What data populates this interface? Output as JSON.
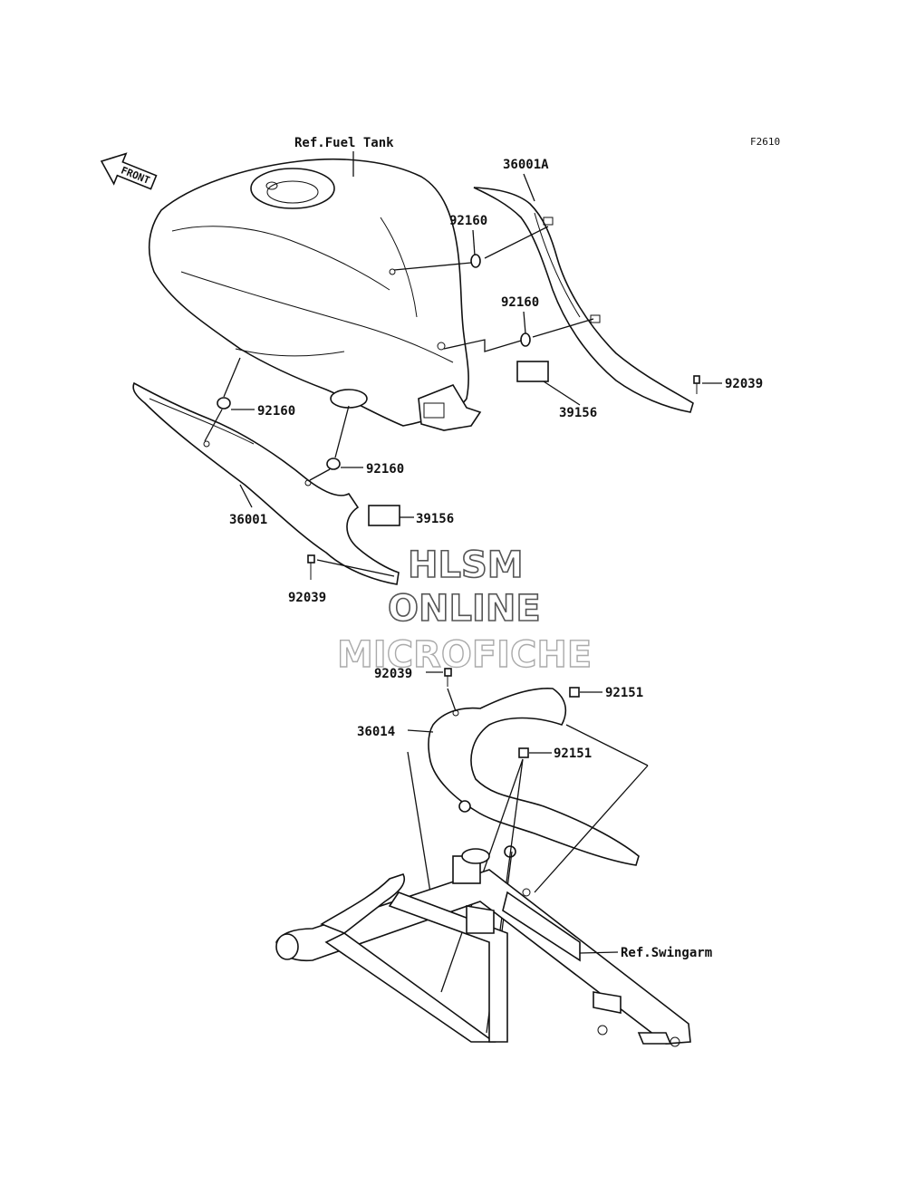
{
  "figure_code": "F2610",
  "front_arrow_label": "FRONT",
  "references": {
    "fuel_tank": "Ref.Fuel Tank",
    "swingarm": "Ref.Swingarm"
  },
  "parts": {
    "p36001A": "36001A",
    "p92160_a": "92160",
    "p92160_b": "92160",
    "p92160_c": "92160",
    "p92160_d": "92160",
    "p39156_a": "39156",
    "p39156_b": "39156",
    "p92039_a": "92039",
    "p92039_b": "92039",
    "p92039_c": "92039",
    "p36001": "36001",
    "p36014": "36014",
    "p92151_a": "92151",
    "p92151_b": "92151"
  },
  "watermark": {
    "line1": "HLSM",
    "line2": "ONLINE",
    "line3": "MICROFICHE"
  }
}
